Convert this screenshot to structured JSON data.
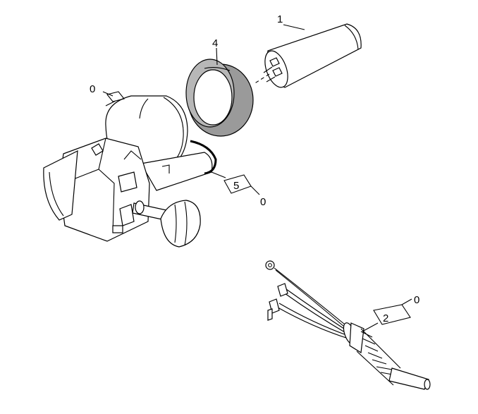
{
  "callouts": {
    "c1": "1",
    "c4": "4",
    "c0_top": "0",
    "c5": "5",
    "c0_mid": "0",
    "c2": "2",
    "c0_bottom": "0"
  },
  "colors": {
    "line": "#000000",
    "background": "#ffffff",
    "fill": "#ffffff",
    "shade": "#9a9a9a"
  }
}
